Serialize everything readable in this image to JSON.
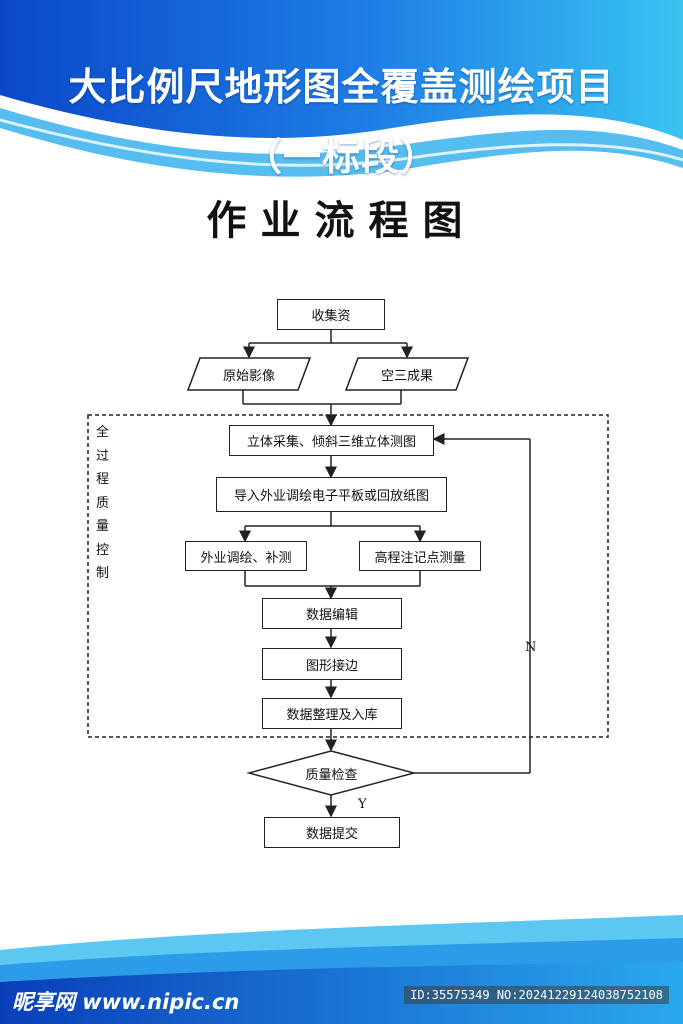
{
  "header": {
    "title_line1": "大比例尺地形图全覆盖测绘项目",
    "title_line2": "（一标段）",
    "subtitle": "作业流程图"
  },
  "flow": {
    "collect": "收集资",
    "raw_images": "原始影像",
    "aerial_results": "空三成果",
    "stereo_capture": "立体采集、倾斜三维立体测图",
    "import_tablet": "导入外业调绘电子平板或回放纸图",
    "field_survey": "外业调绘、补测",
    "elevation_points": "高程注记点测量",
    "data_editing": "数据编辑",
    "edge_matching": "图形接边",
    "data_storage": "数据整理及入库",
    "quality_check": "质量检查",
    "submit": "数据提交",
    "label_yes": "Y",
    "label_no": "N",
    "qc_region_label": "全过程质量控制"
  },
  "watermark": {
    "logo_text": "昵享网 www.nipic.cn",
    "id_text": "ID:35575349 NO:20241229124038752108"
  },
  "colors": {
    "banner_dark": "#0a48c8",
    "banner_light": "#33b8f0",
    "stroke": "#222222"
  }
}
